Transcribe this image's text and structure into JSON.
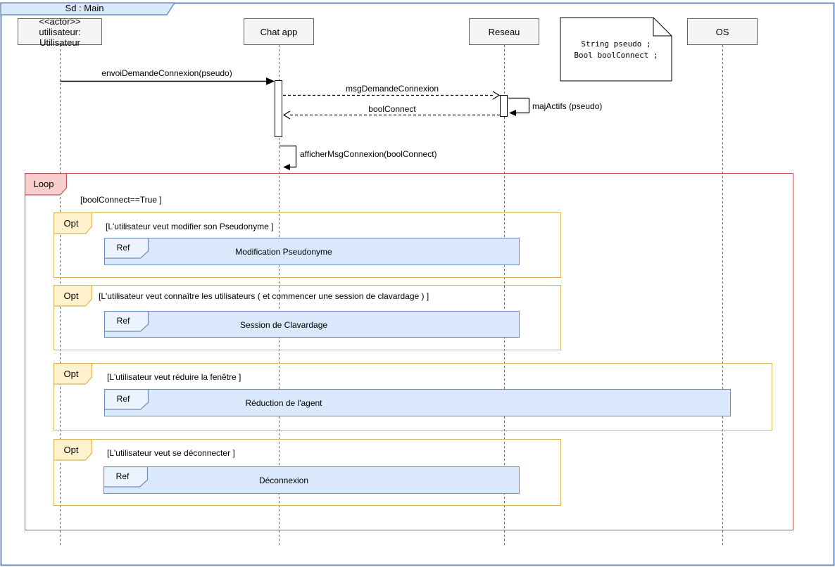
{
  "frame": {
    "title": "Sd : Main"
  },
  "participants": [
    {
      "id": "utilisateur",
      "stereotype": "<<actor>>",
      "label": "utilisateur: Utilisateur"
    },
    {
      "id": "chat-app",
      "label": "Chat app"
    },
    {
      "id": "reseau",
      "label": "Reseau"
    },
    {
      "id": "os",
      "label": "OS"
    }
  ],
  "note": {
    "line1": "String pseudo ;",
    "line2": "Bool boolConnect ;"
  },
  "messages": {
    "envoi": "envoiDemandeConnexion(pseudo)",
    "msg_demande": "msgDemandeConnexion",
    "bool_connect": "boolConnect",
    "maj_actifs": "majActifs (pseudo)",
    "afficher": "afficherMsgConnexion(boolConnect)"
  },
  "loop": {
    "label": "Loop",
    "guard": "[boolConnect==True ]"
  },
  "opts": [
    {
      "label": "Opt",
      "guard": "[L'utilisateur veut modifier son Pseudonyme ]",
      "ref_label": "Ref",
      "ref_title": "Modification Pseudonyme"
    },
    {
      "label": "Opt",
      "guard": "[L'utilisateur veut connaître les utilisateurs ( et commencer une session de clavardage ) ]",
      "ref_label": "Ref",
      "ref_title": "Session de Clavardage"
    },
    {
      "label": "Opt",
      "guard": "[L'utilisateur veut réduire la fenêtre ]",
      "ref_label": "Ref",
      "ref_title": "Réduction de l'agent"
    },
    {
      "label": "Opt",
      "guard": "[L'utilisateur veut se déconnecter ]",
      "ref_label": "Ref",
      "ref_title": "Déconnexion"
    }
  ],
  "colors": {
    "blue_fill": "#dae8fc",
    "blue_stroke": "#6c8ebf",
    "yellow_fill": "#fff2cc",
    "yellow_stroke": "#d6b656",
    "red_fill": "#f8cecc",
    "red_stroke": "#b85450",
    "gray_fill": "#f5f5f5",
    "gray_stroke": "#666666",
    "frame_stroke": "#6c8ebf",
    "lifeline": "#666666"
  }
}
